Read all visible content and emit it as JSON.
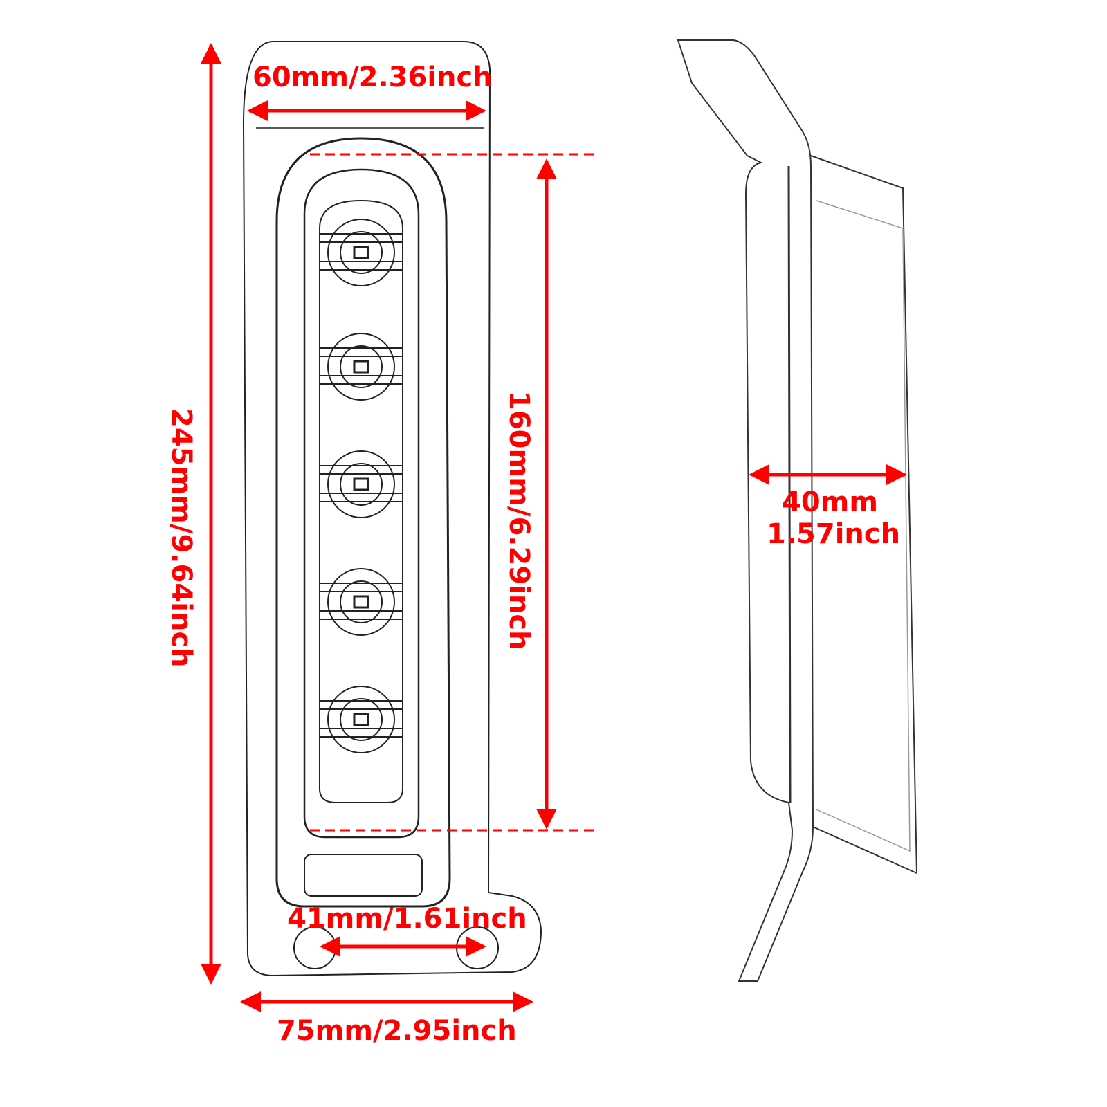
{
  "diagram": {
    "type": "dimension drawing",
    "subject": "LED light bracket (front view and side view)",
    "colors": {
      "dimension": "#ff0000",
      "outline": "#222222",
      "background": "#ffffff"
    },
    "front_view": {
      "led_count": 5,
      "dimensions": {
        "top_width": "60mm/2.36inch",
        "overall_height": "245mm/9.64inch",
        "led_span_height": "160mm/6.29inch",
        "hole_spacing": "41mm/1.61inch",
        "bottom_width": "75mm/2.95inch"
      }
    },
    "side_view": {
      "dimensions": {
        "depth_mm": "40mm",
        "depth_inch": "1.57inch"
      }
    }
  }
}
